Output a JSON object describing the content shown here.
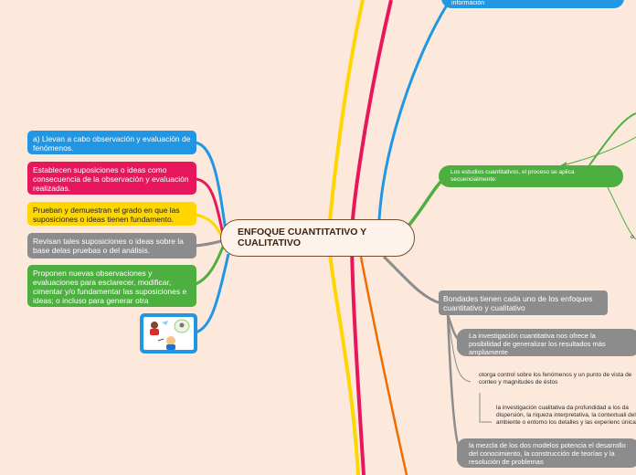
{
  "center": {
    "title": "ENFOQUE CUANTITATIVO Y CUALITATIVO"
  },
  "left_nodes": [
    {
      "text": "a) Llevan a cabo observación y evaluación de fenómenos."
    },
    {
      "text": "Establecen suposiciones o ideas como consecuencia de la observación y evaluación realizadas."
    },
    {
      "text": "Prueban y demuestran el grado en que las suposiciones o ideas tienen fundamento."
    },
    {
      "text": "Revisan tales suposiciones o ideas sobre la base delas pruebas o del análisis."
    },
    {
      "text": "Proponen nuevas observaciones y evaluaciones para esclarecer, modificar, cimentar y/o fundamentar las suposiciones e ideas; o incluso para generar otra"
    }
  ],
  "top_right_node": {
    "text": "información"
  },
  "quant_node": {
    "text": "Los estudios cuantitativos, el proceso se aplica secuencialmente:"
  },
  "edge_fragment": {
    "text": "o"
  },
  "bondades": {
    "title": "Bondades tienen cada uno de los enfoques cuantitativo y cualitativo",
    "items": [
      {
        "text": "La investigación cuantitativa nos ofrece la posibilidad de generalizar los resultados más ampliamente"
      },
      {
        "text": "otorga control sobre los fenómenos y un punto de vista de conteo y magnitudes de éstos"
      },
      {
        "text": "la investigación cualitativa da profundidad a los da dispersión, la riqueza interpretativa, la contextuali del ambiente o entorno los detalles y las experienc únicas."
      },
      {
        "text": "la mezcla de los dos modelos potencia el desarrollo del conocimiento, la construcción de teorías y la resolución de problemas"
      }
    ]
  },
  "colors": {
    "background": "#fde9dc",
    "blue": "#2196e3",
    "red": "#e8175d",
    "yellow": "#ffd600",
    "gray": "#8c8c8c",
    "green": "#4caf3f"
  }
}
